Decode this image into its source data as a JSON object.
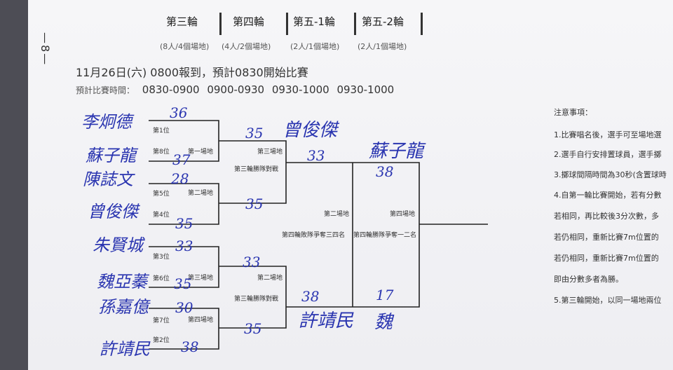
{
  "header": {
    "rounds": [
      "第三輪",
      "第四輪",
      "第五-1輪",
      "第五-2輪"
    ],
    "round_notes": [
      "(8人/4個場地)",
      "(4人/2個場地)",
      "(2人/1個場地)",
      "(2人/1個場地)"
    ]
  },
  "page_number": "—8—",
  "date_line": "11月26日(六) 0800報到，預計0830開始比賽",
  "time_line": {
    "label": "預計比賽時間：",
    "slots": [
      "0830-0900",
      "0900-0930",
      "0930-1000",
      "0930-1000"
    ]
  },
  "bracket": {
    "seeds": [
      "第1位",
      "第8位",
      "第5位",
      "第4位",
      "第3位",
      "第6位",
      "第7位",
      "第2位"
    ],
    "r3_courts": [
      "第一場地",
      "第二場地",
      "第三場地",
      "第四場地"
    ],
    "r4_labels": [
      {
        "court": "第三場地",
        "desc": "第三輪勝隊對戰"
      },
      {
        "court": "第二場地",
        "desc": "第三輪勝隊對戰"
      }
    ],
    "r5_labels": [
      {
        "court": "第二場地",
        "desc": "第四輪敗隊爭奪三四名"
      },
      {
        "court": "第四場地",
        "desc": "第四輪勝隊爭奪一二名"
      }
    ]
  },
  "handwriting": {
    "players": [
      "李炯德",
      "蘇子龍",
      "陳誌文",
      "曾俊傑",
      "朱賢城",
      "魏亞蓁",
      "孫嘉億",
      "許靖民"
    ],
    "r3_scores": [
      "36",
      "37",
      "28",
      "35",
      "33",
      "35",
      "30",
      "38"
    ],
    "r3_winners": [
      "曾俊傑",
      "許靖民"
    ],
    "r4_scores": [
      "35",
      "35",
      "33",
      "35"
    ],
    "r4_winner_score_top": "33",
    "r4_winner_score_bottom": "38",
    "final_winner": "蘇子龍",
    "final_score_top": "38",
    "final_bottom_name": "魏",
    "final_score_bottom": "17"
  },
  "notes": {
    "title": "注意事項：",
    "items": [
      "1.比賽唱名後，選手可至場地選",
      "2.選手自行安排置球員，選手擲",
      "3.擲球間隔時間為30秒(含置球時",
      "4.自第一輪比賽開始，若有分數",
      "若相同，再比較後3分次數，多",
      "若仍相同，重新比賽7m位置的",
      "若仍相同，重新比賽7m位置的",
      "即由分數多者為勝。",
      "5.第三輪開始，以同一場地兩位"
    ]
  },
  "colors": {
    "ink": "#2a35b0",
    "paper": "#f2f2f4",
    "line": "#222222"
  }
}
